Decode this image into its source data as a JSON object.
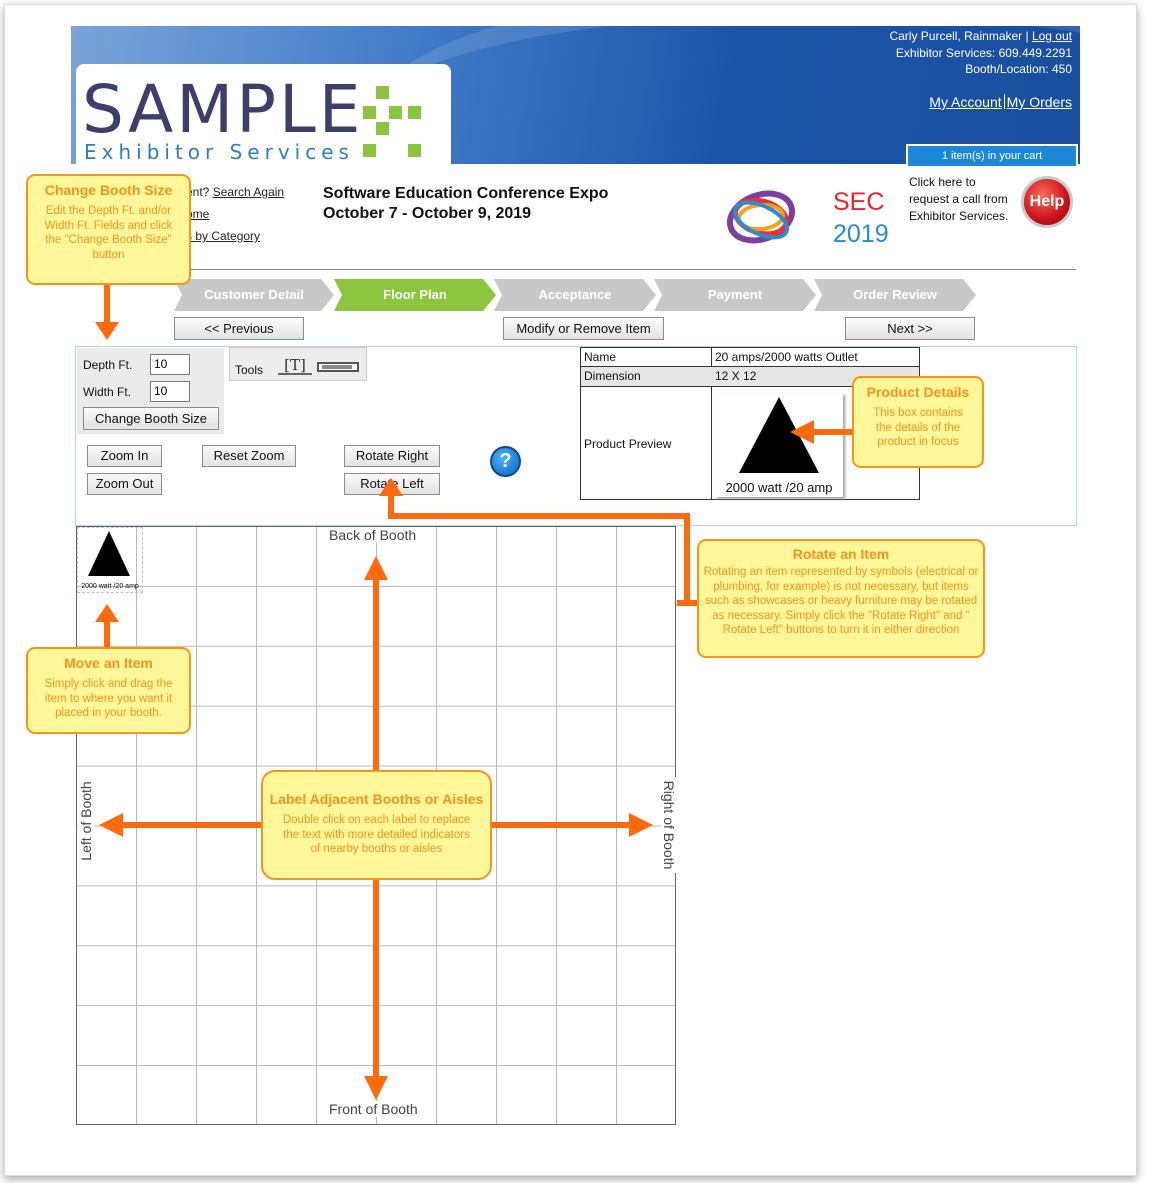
{
  "header": {
    "user_line": "Carly Purcell, Rainmaker |",
    "logout": "Log out",
    "exhibitor_services": "Exhibitor Services: 609.449.2291",
    "booth_location": "Booth/Location: 450",
    "my_account": "My Account",
    "my_orders": "My Orders",
    "cart": "1 item(s) in your cart",
    "logo_main": "SAMPLE",
    "logo_sub": "Exhibitor Services"
  },
  "ghost_links": {
    "line1_prefix": "ent? ",
    "line1_link": "Search Again",
    "line2": "ome",
    "line3": "s by Category"
  },
  "event": {
    "name": "Software Education Conference Expo",
    "dates": "October 7 - October 9, 2019",
    "logo_sec": "SEC",
    "logo_year": "2019"
  },
  "help_call": {
    "line1": "Click here to",
    "line2": "request a call from",
    "line3": "Exhibitor Services.",
    "button": "Help"
  },
  "steps": [
    {
      "label": "Customer Detail",
      "color": "#c8c8c8"
    },
    {
      "label": "Floor Plan",
      "color": "#8cc63e"
    },
    {
      "label": "Acceptance",
      "color": "#c8c8c8"
    },
    {
      "label": "Payment",
      "color": "#c8c8c8"
    },
    {
      "label": "Order Review",
      "color": "#c8c8c8"
    }
  ],
  "nav": {
    "previous": "<< Previous",
    "modify": "Modify or Remove Item",
    "next": "Next >>"
  },
  "booth_size": {
    "depth_label": "Depth Ft.",
    "depth_value": "10",
    "width_label": "Width Ft.",
    "width_value": "10",
    "change_button": "Change Booth Size"
  },
  "tools": {
    "label": "Tools",
    "text_tool": "T"
  },
  "controls": {
    "zoom_in": "Zoom In",
    "zoom_out": "Zoom Out",
    "reset_zoom": "Reset Zoom",
    "rotate_right": "Rotate Right",
    "rotate_left": "Rotate Left",
    "help": "?"
  },
  "product": {
    "name_label": "Name",
    "name_value": "20 amps/2000 watts Outlet",
    "dimension_label": "Dimension",
    "dimension_value": "12 X 12",
    "preview_label": "Product Preview",
    "preview_caption": "2000 watt /20 amp"
  },
  "floor": {
    "back": "Back of Booth",
    "front": "Front of Booth",
    "left": "Left of Booth",
    "right": "Right of Booth",
    "item_caption": "2000 watt /20 amp"
  },
  "callouts": {
    "change_size": {
      "title": "Change Booth Size",
      "body": "Edit the Depth Ft. and/or Width Ft. Fields and click the \"Change Booth Size\" button"
    },
    "move_item": {
      "title": "Move an Item",
      "body": "Simply click and drag the item to where you want it placed in your booth."
    },
    "product_details": {
      "title": "Product Details",
      "body": "This box contains the details of the product in focus"
    },
    "rotate_item": {
      "title": "Rotate an Item",
      "body": "Rotating an item represented by symbols (electrical or plumbing, for example) is not necessary, but items such as showcases or heavy furniture may be rotated as necessary.  Simply click the \"Rotate Right\" and \" Rotate Left\" buttons to turn it in either direction"
    },
    "label_adjacent": {
      "title": "Label Adjacent Booths or Aisles",
      "body": "Double click on each label to replace the text with more detailed indicators of nearby booths or aisles"
    }
  },
  "colors": {
    "header_blue": "#1a4e9e",
    "cart_blue": "#1e88d8",
    "step_active": "#8cc63e",
    "step_inactive": "#c8c8c8",
    "callout_fill": "#fff79a",
    "callout_border": "#f7941d",
    "arrow": "#ff6a0e"
  }
}
